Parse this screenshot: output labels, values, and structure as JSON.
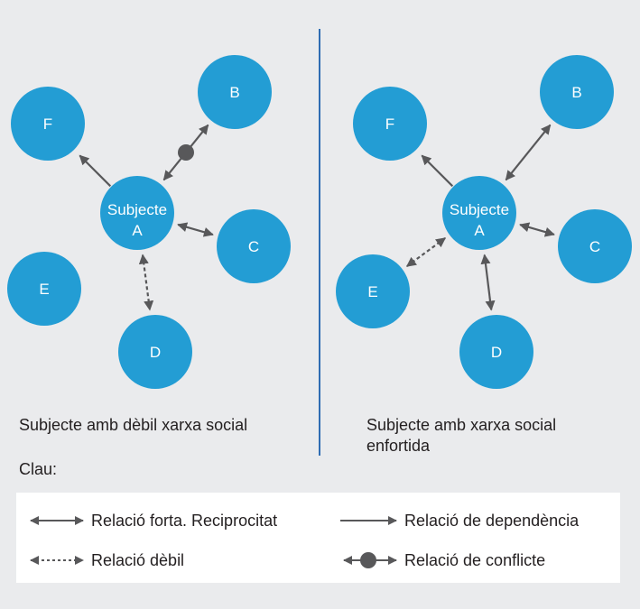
{
  "colors": {
    "background": "#eaebed",
    "node_fill": "#239dd4",
    "node_text": "#ffffff",
    "arrow": "#58585a",
    "divider": "#2f6db3",
    "legend_bg": "#ffffff",
    "text": "#231f20"
  },
  "panels": [
    {
      "id": "weak",
      "caption": "Subjecte amb dèbil xarxa social",
      "center": {
        "id": "A",
        "label_line1": "Subjecte",
        "label_line2": "A"
      },
      "nodes": [
        {
          "id": "B",
          "label": "B"
        },
        {
          "id": "C",
          "label": "C"
        },
        {
          "id": "D",
          "label": "D"
        },
        {
          "id": "E",
          "label": "E"
        },
        {
          "id": "F",
          "label": "F"
        }
      ],
      "relations": [
        {
          "from": "A",
          "to": "F",
          "type": "dependence"
        },
        {
          "from": "A",
          "to": "B",
          "type": "conflict"
        },
        {
          "from": "A",
          "to": "C",
          "type": "strong"
        },
        {
          "from": "A",
          "to": "D",
          "type": "weak"
        }
      ]
    },
    {
      "id": "strengthened",
      "caption": "Subjecte amb xarxa social enfortida",
      "center": {
        "id": "A",
        "label_line1": "Subjecte",
        "label_line2": "A"
      },
      "nodes": [
        {
          "id": "B",
          "label": "B"
        },
        {
          "id": "C",
          "label": "C"
        },
        {
          "id": "D",
          "label": "D"
        },
        {
          "id": "E",
          "label": "E"
        },
        {
          "id": "F",
          "label": "F"
        }
      ],
      "relations": [
        {
          "from": "A",
          "to": "F",
          "type": "dependence"
        },
        {
          "from": "A",
          "to": "B",
          "type": "strong"
        },
        {
          "from": "A",
          "to": "C",
          "type": "strong"
        },
        {
          "from": "A",
          "to": "D",
          "type": "strong"
        },
        {
          "from": "A",
          "to": "E",
          "type": "weak"
        }
      ]
    }
  ],
  "key": {
    "title": "Clau:",
    "items": [
      {
        "type": "strong",
        "label": "Relació forta. Reciprocitat"
      },
      {
        "type": "dependence",
        "label": "Relació de dependència"
      },
      {
        "type": "weak",
        "label": "Relació dèbil"
      },
      {
        "type": "conflict",
        "label": "Relació de conflicte"
      }
    ]
  }
}
